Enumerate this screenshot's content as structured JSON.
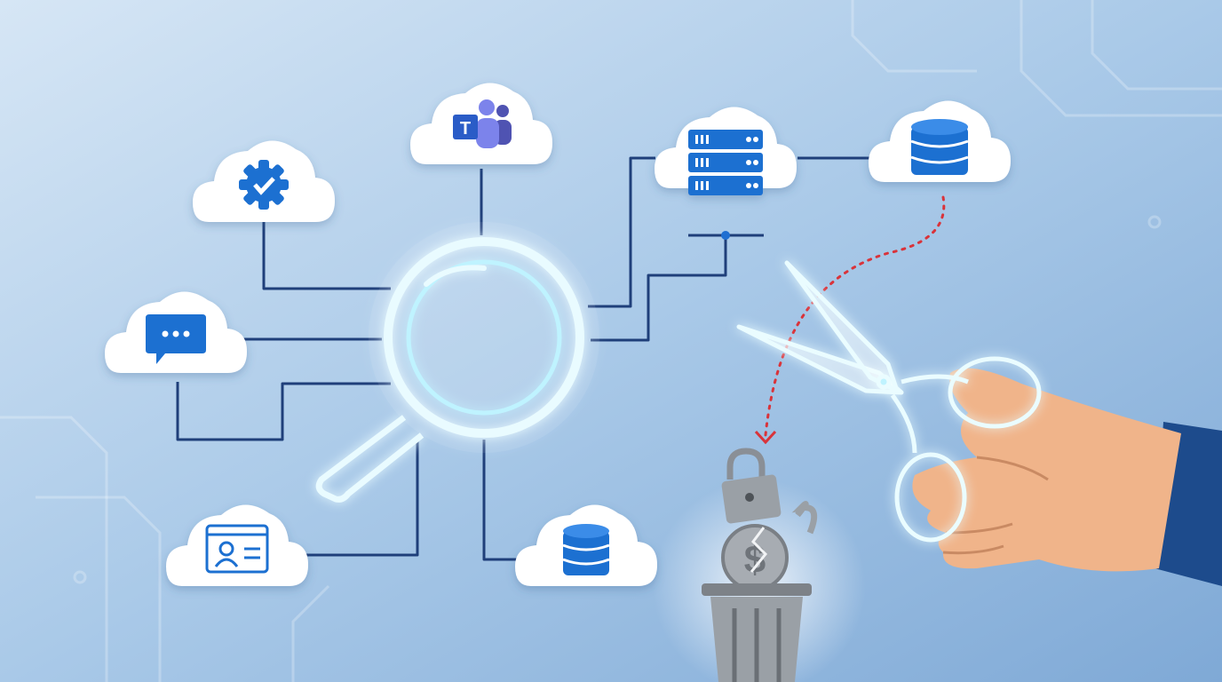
{
  "scene": {
    "type": "illustration",
    "nodes": [
      {
        "id": "settings",
        "icon": "gear-check-icon"
      },
      {
        "id": "teams",
        "icon": "teams-logo-icon",
        "logo_text": "T"
      },
      {
        "id": "server",
        "icon": "server-rack-icon"
      },
      {
        "id": "database-top",
        "icon": "database-icon"
      },
      {
        "id": "chat",
        "icon": "chat-bubble-icon"
      },
      {
        "id": "contact",
        "icon": "contact-card-icon"
      },
      {
        "id": "database-bottom",
        "icon": "database-icon"
      }
    ],
    "center_icon": "magnifying-glass-icon",
    "action_icons": [
      "scissors-icon",
      "hand-icon",
      "trash-can-icon",
      "broken-lock-icon",
      "broken-dollar-coin-icon"
    ]
  },
  "colors": {
    "background": "#bcd6ee",
    "line": "#1f3f7a",
    "icon_blue": "#1f6fd1",
    "glow": "#7fe3ff",
    "dotted_arrow": "#d9333a",
    "skin": "#f0b48a",
    "sleeve": "#1d4b8c",
    "trash": "#8a8f96"
  }
}
